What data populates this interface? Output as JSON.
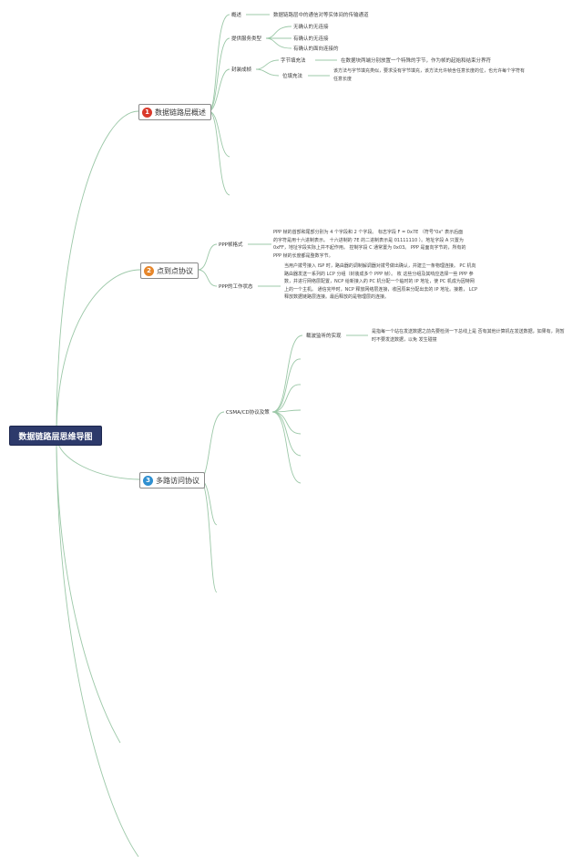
{
  "root": {
    "title": "数据链路层思维导图"
  },
  "branches": {
    "b1": {
      "num": "1",
      "label": "数据链路层概述",
      "overview": {
        "label": "概述",
        "text": "数据链路层中的通信对等实体间的传输通道"
      },
      "service": {
        "label": "提供服务类型",
        "items": [
          "无确认的无连接",
          "有确认的无连接",
          "有确认的面向连接的"
        ]
      },
      "framing": {
        "label": "封装成帧",
        "byte_fill": {
          "label": "字节填充法",
          "text": "在数据块两端分别放置一个特殊的字节，作为帧的起始和结束分界符"
        },
        "bit_fill": {
          "label": "位填充法",
          "text": "该方法与字节填充类似，要求没有字节填充，该方法允许帧含任意长度的位，也允许每个字符有任意长度"
        }
      }
    },
    "b2": {
      "num": "2",
      "label": "点到点协议",
      "frame_format": {
        "label": "PPP帧格式",
        "text": "PPP 帧的首部和尾部分别为 4 个字段和 2 个字段。 标志字段 F = 0x7E （符号\"0x\" 表示后面的字符是用十六进制表示。 十六进制的 7E 的二进制表示是 01111110 ）。地址字段 A 只置为 0xFF，地址字段实际上并不起作用。 控制字段 C 通常置为 0x03。 PPP 是面向字节的，所有的 PPP 帧的长度都是整数字节。"
      },
      "working_state": {
        "label": "PPP的工作状态",
        "text": "当用户拨号接入 ISP 时，路由器的调制解调器对拨号做出确认，并建立一条物理连接。 PC 机向路由器发送一系列的 LCP 分组（封装成多个 PPP 帧）。 枚 这些分组及其响应选择一些 PPP 参数，并进行网络层配置，NCP 给新接入的 PC 机分配一个临时的 IP 地址，使 PC 机成为因特网上的一个主机。 通信完毕时，NCP 释放网络层连接，收回原来分配出去的 IP 地址。接着， LCP 释放数据链路层连接。最后释放的是物理层的连接。"
      }
    },
    "b3": {
      "num": "3",
      "label": "多路访问协议",
      "csma": {
        "label": "CSMA/CD协议及策",
        "carrier": {
          "label": "载波监听的实现",
          "text": "是指每一个站在发送数据之前先要检测一下总线上是 否有其他计算机在发送数据，如果有，则暂时不要发送数据，以免 发生碰撞"
        }
      }
    }
  },
  "colors": {
    "link": "#9cc8a8",
    "root_bg": "#2d3a6b",
    "badge1": "#d9392b",
    "badge2": "#e6862b",
    "badge3": "#2f8fd0"
  }
}
